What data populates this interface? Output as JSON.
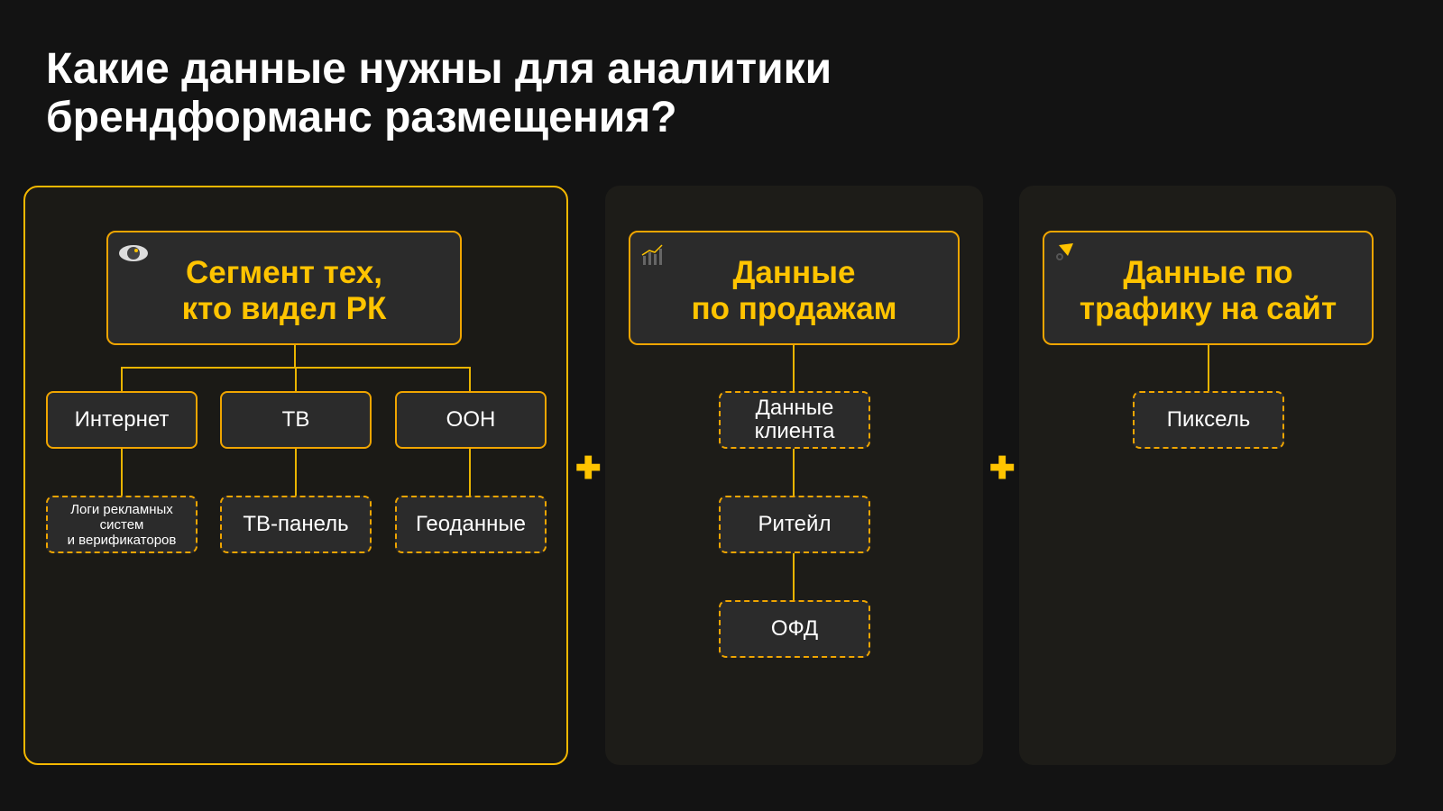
{
  "title": {
    "line1": "Какие данные нужны для аналитики",
    "line2": "брендформанс размещения?"
  },
  "panel1": {
    "header": {
      "line1": "Сегмент тех,",
      "line2": "кто видел РК",
      "icon": "eye-icon"
    },
    "channels": [
      "Интернет",
      "ТВ",
      "OOH"
    ],
    "sources": [
      {
        "lines": [
          "Логи рекламных",
          "систем",
          "и верификаторов"
        ]
      },
      {
        "label": "ТВ-панель"
      },
      {
        "label": "Геоданные"
      }
    ]
  },
  "panel2": {
    "header": {
      "line1": "Данные",
      "line2": "по продажам",
      "icon": "chart-growth-icon"
    },
    "items": [
      {
        "line1": "Данные",
        "line2": "клиента"
      },
      {
        "label": "Ритейл"
      },
      {
        "label": "ОФД"
      }
    ]
  },
  "panel3": {
    "header": {
      "line1": "Данные по",
      "line2": "трафику на сайт",
      "icon": "cursor-link-icon"
    },
    "items": [
      {
        "label": "Пиксель"
      }
    ]
  },
  "plus": "✚",
  "colors": {
    "accent": "#ffc400",
    "border": "#f0a500",
    "background": "#131313"
  }
}
